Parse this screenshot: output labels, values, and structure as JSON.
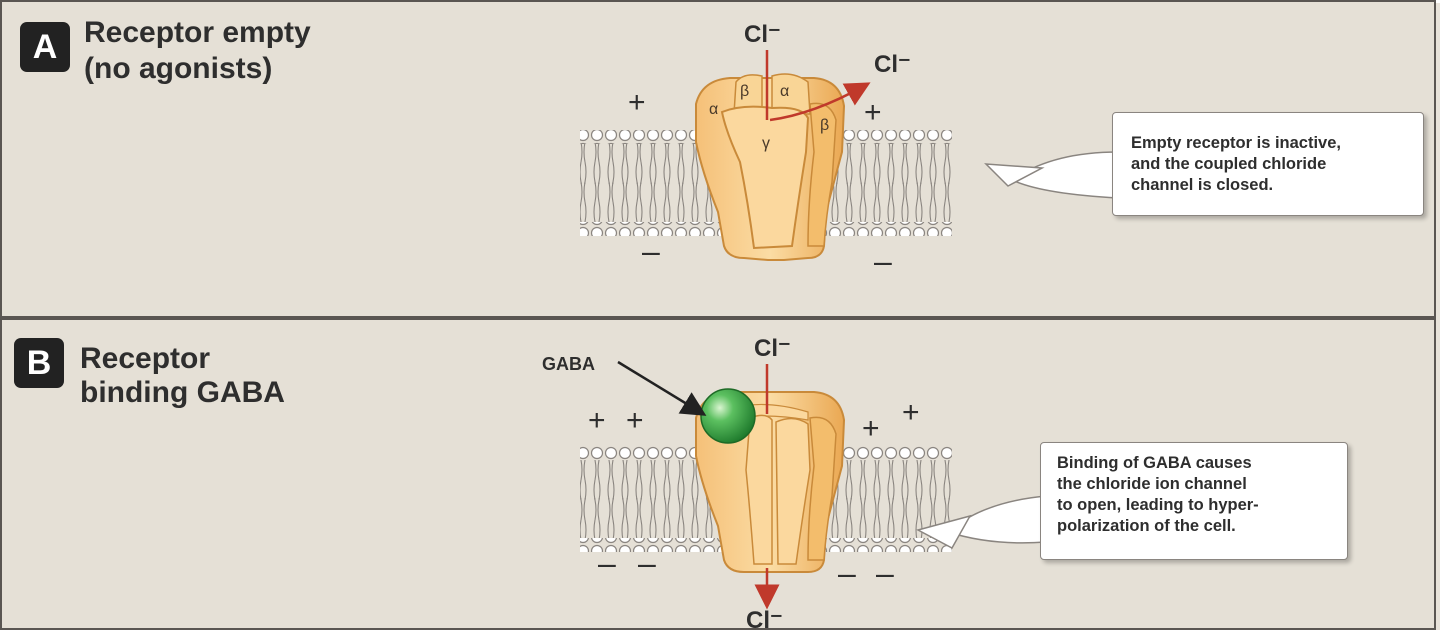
{
  "panel_a": {
    "letter": "A",
    "title_line1": "Receptor empty",
    "title_line2": "(no agonists)",
    "ion_top": "Cl⁻",
    "ion_exit": "Cl⁻",
    "subunits": [
      "α",
      "β",
      "α",
      "β",
      "γ"
    ],
    "callout_lines": [
      "Empty receptor is inactive,",
      "and the coupled chloride",
      "channel is closed."
    ]
  },
  "panel_b": {
    "letter": "B",
    "title_line1": "Receptor",
    "title_line2": "binding GABA",
    "ligand_label": "GABA",
    "ion_top": "Cl⁻",
    "ion_bottom": "Cl⁻",
    "callout_lines": [
      "Binding of GABA causes",
      "the chloride ion channel",
      "to open, leading to hyper-",
      "polarization of the cell."
    ]
  },
  "charges": {
    "plus": "+",
    "minus": "–"
  },
  "colors": {
    "background": "#e5e0d6",
    "protein": "#f2b660",
    "ion_arrow": "#c0392b",
    "gaba_sphere": "#3aa54a",
    "callout_bg": "#ffffff"
  }
}
